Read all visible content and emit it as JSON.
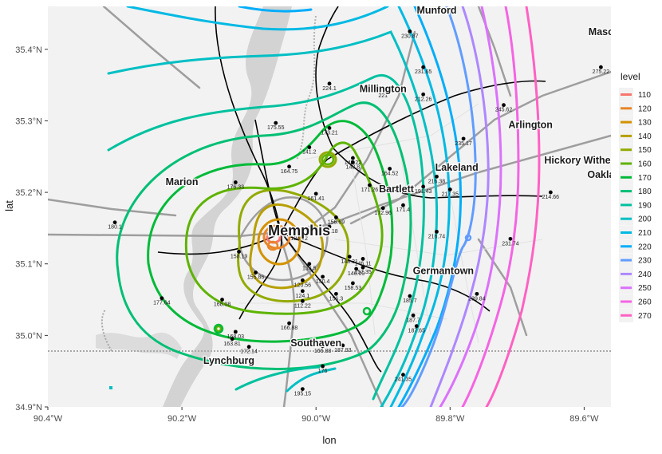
{
  "axes": {
    "x_title": "lon",
    "y_title": "lat",
    "x_ticks": [
      {
        "value": -90.4,
        "label": "90.4°W"
      },
      {
        "value": -90.2,
        "label": "90.2°W"
      },
      {
        "value": -90.0,
        "label": "90.0°W"
      },
      {
        "value": -89.8,
        "label": "89.8°W"
      },
      {
        "value": -89.6,
        "label": "89.6°W"
      }
    ],
    "y_ticks": [
      {
        "value": 34.9,
        "label": "34.9°N"
      },
      {
        "value": 35.0,
        "label": "35.0°N"
      },
      {
        "value": 35.1,
        "label": "35.1°N"
      },
      {
        "value": 35.2,
        "label": "35.2°N"
      },
      {
        "value": 35.3,
        "label": "35.3°N"
      },
      {
        "value": 35.4,
        "label": "35.4°N"
      }
    ],
    "xlim": [
      -90.4,
      -89.56
    ],
    "ylim": [
      34.9,
      35.46
    ]
  },
  "legend": {
    "title": "level",
    "levels": [
      {
        "label": "110",
        "color": "#F8766D"
      },
      {
        "label": "120",
        "color": "#E88526"
      },
      {
        "label": "130",
        "color": "#D39200"
      },
      {
        "label": "140",
        "color": "#B79F00"
      },
      {
        "label": "150",
        "color": "#93AA00"
      },
      {
        "label": "160",
        "color": "#5EB300"
      },
      {
        "label": "170",
        "color": "#00BA38"
      },
      {
        "label": "180",
        "color": "#00BF74"
      },
      {
        "label": "190",
        "color": "#00C19F"
      },
      {
        "label": "200",
        "color": "#00BFC4"
      },
      {
        "label": "210",
        "color": "#00B9E3"
      },
      {
        "label": "220",
        "color": "#00ADFA"
      },
      {
        "label": "230",
        "color": "#619CFF"
      },
      {
        "label": "240",
        "color": "#AE87FF"
      },
      {
        "label": "250",
        "color": "#DB72FB"
      },
      {
        "label": "260",
        "color": "#F564E3"
      },
      {
        "label": "270",
        "color": "#FF61C3"
      }
    ]
  },
  "places": [
    {
      "name": "Munford",
      "lon": -89.82,
      "lat": 35.45,
      "size": "med"
    },
    {
      "name": "Mason",
      "lon": -89.57,
      "lat": 35.42,
      "size": "med"
    },
    {
      "name": "Millington",
      "lon": -89.9,
      "lat": 35.34,
      "size": "med"
    },
    {
      "name": "Arlington",
      "lon": -89.68,
      "lat": 35.29,
      "size": "med"
    },
    {
      "name": "Hickory Withe",
      "lon": -89.61,
      "lat": 35.24,
      "size": "med"
    },
    {
      "name": "Oakla",
      "lon": -89.575,
      "lat": 35.22,
      "size": "med"
    },
    {
      "name": "Lakeland",
      "lon": -89.79,
      "lat": 35.23,
      "size": "med"
    },
    {
      "name": "Bartlett",
      "lon": -89.88,
      "lat": 35.2,
      "size": "med"
    },
    {
      "name": "Marion",
      "lon": -90.2,
      "lat": 35.21,
      "size": "med"
    },
    {
      "name": "Memphis",
      "lon": -90.025,
      "lat": 35.14,
      "size": "big"
    },
    {
      "name": "Germantown",
      "lon": -89.81,
      "lat": 35.086,
      "size": "med"
    },
    {
      "name": "Southaven",
      "lon": -90.0,
      "lat": 34.985,
      "size": "med"
    },
    {
      "name": "Lynchburg",
      "lon": -90.13,
      "lat": 34.96,
      "size": "med"
    }
  ],
  "stations": [
    {
      "lon": -89.86,
      "lat": 35.425,
      "label": "230.87"
    },
    {
      "lon": -89.575,
      "lat": 35.375,
      "label": "275.22"
    },
    {
      "lon": -89.84,
      "lat": 35.375,
      "label": "231.65"
    },
    {
      "lon": -89.98,
      "lat": 35.352,
      "label": "224.1"
    },
    {
      "lon": -89.9,
      "lat": 35.342,
      "label": "221"
    },
    {
      "lon": -89.84,
      "lat": 35.337,
      "label": "212.26"
    },
    {
      "lon": -89.72,
      "lat": 35.322,
      "label": "245.62"
    },
    {
      "lon": -90.06,
      "lat": 35.297,
      "label": "175.55"
    },
    {
      "lon": -89.98,
      "lat": 35.29,
      "label": "173.21"
    },
    {
      "lon": -89.78,
      "lat": 35.275,
      "label": "235.17"
    },
    {
      "lon": -90.01,
      "lat": 35.263,
      "label": "141.2"
    },
    {
      "lon": -89.945,
      "lat": 35.248,
      "label": "148.22"
    },
    {
      "lon": -89.945,
      "lat": 35.242,
      "label": "148.8"
    },
    {
      "lon": -90.04,
      "lat": 35.236,
      "label": "164.75"
    },
    {
      "lon": -89.89,
      "lat": 35.233,
      "label": "164.52"
    },
    {
      "lon": -89.82,
      "lat": 35.222,
      "label": "216.38"
    },
    {
      "lon": -89.84,
      "lat": 35.208,
      "label": "191.43"
    },
    {
      "lon": -89.92,
      "lat": 35.21,
      "label": "171.26"
    },
    {
      "lon": -90.12,
      "lat": 35.214,
      "label": "176.33"
    },
    {
      "lon": -89.8,
      "lat": 35.204,
      "label": "217.35"
    },
    {
      "lon": -90.0,
      "lat": 35.198,
      "label": "161.41"
    },
    {
      "lon": -89.65,
      "lat": 35.2,
      "label": "214.66"
    },
    {
      "lon": -89.87,
      "lat": 35.182,
      "label": "171.4"
    },
    {
      "lon": -89.9,
      "lat": 35.178,
      "label": "172.96"
    },
    {
      "lon": -89.97,
      "lat": 35.165,
      "label": "156.69"
    },
    {
      "lon": -89.98,
      "lat": 35.152,
      "label": "151.18"
    },
    {
      "lon": -90.3,
      "lat": 35.158,
      "label": "180.1"
    },
    {
      "lon": -89.82,
      "lat": 35.145,
      "label": "216.74"
    },
    {
      "lon": -89.71,
      "lat": 35.135,
      "label": "231.74"
    },
    {
      "lon": -90.025,
      "lat": 35.142,
      "label": "124.52"
    },
    {
      "lon": -90.115,
      "lat": 35.117,
      "label": "158.19"
    },
    {
      "lon": -89.95,
      "lat": 35.11,
      "label": "148.31"
    },
    {
      "lon": -89.93,
      "lat": 35.107,
      "label": "146.11"
    },
    {
      "lon": -89.94,
      "lat": 35.093,
      "label": "146.09"
    },
    {
      "lon": -90.01,
      "lat": 35.1,
      "label": "133.5"
    },
    {
      "lon": -90.09,
      "lat": 35.088,
      "label": "155.86"
    },
    {
      "lon": -89.93,
      "lat": 35.095,
      "label": "157.35"
    },
    {
      "lon": -89.99,
      "lat": 35.082,
      "label": "150.4"
    },
    {
      "lon": -90.02,
      "lat": 35.077,
      "label": "120.56"
    },
    {
      "lon": -90.02,
      "lat": 35.062,
      "label": "124.1"
    },
    {
      "lon": -90.02,
      "lat": 35.048,
      "label": "112.22"
    },
    {
      "lon": -89.945,
      "lat": 35.073,
      "label": "158.53"
    },
    {
      "lon": -89.97,
      "lat": 35.058,
      "label": "156.3"
    },
    {
      "lon": -89.86,
      "lat": 35.055,
      "label": "185.7"
    },
    {
      "lon": -89.76,
      "lat": 35.058,
      "label": "239.84"
    },
    {
      "lon": -90.23,
      "lat": 35.052,
      "label": "177.64"
    },
    {
      "lon": -90.14,
      "lat": 35.05,
      "label": "168.08"
    },
    {
      "lon": -89.855,
      "lat": 35.028,
      "label": "187.7"
    },
    {
      "lon": -89.85,
      "lat": 35.013,
      "label": "187.65"
    },
    {
      "lon": -90.04,
      "lat": 35.017,
      "label": "166.88"
    },
    {
      "lon": -90.12,
      "lat": 35.005,
      "label": "168.03"
    },
    {
      "lon": -90.125,
      "lat": 34.995,
      "label": "163.81"
    },
    {
      "lon": -90.1,
      "lat": 34.984,
      "label": "172.14"
    },
    {
      "lon": -89.99,
      "lat": 34.985,
      "label": "166.88"
    },
    {
      "lon": -89.96,
      "lat": 34.986,
      "label": "187.93"
    },
    {
      "lon": -89.99,
      "lat": 34.957,
      "label": "176"
    },
    {
      "lon": -89.87,
      "lat": 34.945,
      "label": "241.35"
    },
    {
      "lon": -90.02,
      "lat": 34.925,
      "label": "195.15"
    }
  ]
}
